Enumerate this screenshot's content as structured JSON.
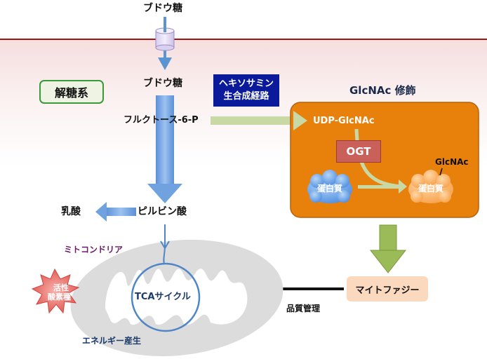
{
  "diagram": {
    "glucose_outside": "ブドウ糖",
    "glucose_inside": "ブドウ糖",
    "glycolysis_label": "解糖系",
    "fructose": "フルクトース-6-P",
    "hexosamine_line1": "ヘキソサミン",
    "hexosamine_line2": "生合成経路",
    "glcnac_title": "GlcNAc 修飾",
    "udp_glcnac": "UDP-GlcNAc",
    "ogt": "OGT",
    "protein_unmodified": "蛋白質",
    "protein_modified": "蛋白質",
    "glcnac_tag": "GlcNAc",
    "pyruvate": "ピルビン酸",
    "lactate": "乳酸",
    "mitochondria": "ミトコンドリア",
    "ros_line1": "活性",
    "ros_line2": "酸素種",
    "tca": "TCAサイクル",
    "energy": "エネルギー産生",
    "mitophagy": "マイトファジー",
    "quality_control": "品質管理"
  },
  "colors": {
    "membrane": "#a31515",
    "orange_box": "#e8800c",
    "blue_arrow": "#6fa2df",
    "green_arrow": "#9bbb59",
    "hexosamine_box": "#0a1a9a",
    "mitochondria_label": "#6a1a6a",
    "tca_text": "#1a3a6a"
  }
}
